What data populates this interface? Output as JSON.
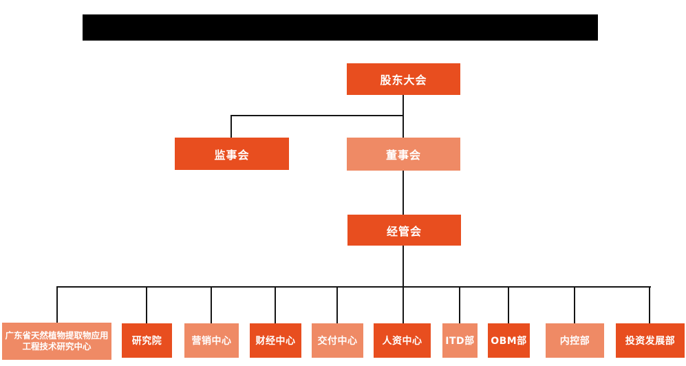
{
  "colors": {
    "box_dark_orange": "#E84E1F",
    "box_light_orange": "#EF8A65",
    "connector_line": "#141414",
    "redacted_bar": "#000000",
    "box_text": "#FFFFFF",
    "background": "#FFFFFF"
  },
  "org": {
    "root": {
      "label": "股东大会"
    },
    "supervisory": {
      "label": "监事会"
    },
    "board": {
      "label": "董事会"
    },
    "management": {
      "label": "经管会"
    },
    "departments": [
      {
        "label": "广东省天然植物提取物应用工程技术研究中心",
        "tone": "light"
      },
      {
        "label": "研究院",
        "tone": "dark"
      },
      {
        "label": "营销中心",
        "tone": "light"
      },
      {
        "label": "财经中心",
        "tone": "dark"
      },
      {
        "label": "交付中心",
        "tone": "light"
      },
      {
        "label": "人资中心",
        "tone": "dark"
      },
      {
        "label": "ITD部",
        "tone": "light"
      },
      {
        "label": "OBM部",
        "tone": "dark"
      },
      {
        "label": "内控部",
        "tone": "light"
      },
      {
        "label": "投资发展部",
        "tone": "dark"
      }
    ]
  }
}
